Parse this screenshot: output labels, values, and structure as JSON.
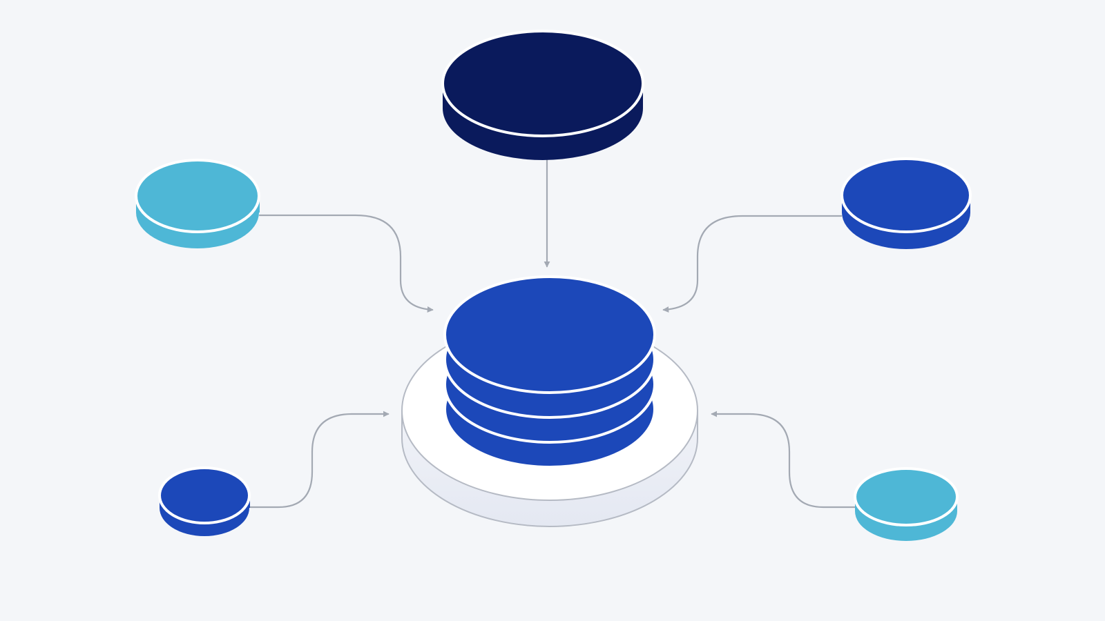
{
  "diagram": {
    "background": "#f4f6f9",
    "connector_color": "#a3a9b3",
    "nodes": [
      {
        "id": "source-top",
        "shape": "disk",
        "color": "#0a1a5c"
      },
      {
        "id": "source-upper-left",
        "shape": "disk",
        "color": "#4eb7d6"
      },
      {
        "id": "source-upper-right",
        "shape": "disk",
        "color": "#1c48b9"
      },
      {
        "id": "source-lower-left",
        "shape": "disk",
        "color": "#1c48b9"
      },
      {
        "id": "source-lower-right",
        "shape": "disk",
        "color": "#4eb7d6"
      },
      {
        "id": "central-database",
        "shape": "stacked-disks-on-platform",
        "layers": 4,
        "color": "#1c48b9",
        "platform_color": "#ffffff"
      }
    ],
    "edges": [
      {
        "from": "source-top",
        "to": "central-database",
        "arrow": "end"
      },
      {
        "from": "source-upper-left",
        "to": "central-database",
        "arrow": "end"
      },
      {
        "from": "source-upper-right",
        "to": "central-database",
        "arrow": "end"
      },
      {
        "from": "source-lower-left",
        "to": "central-database",
        "arrow": "end"
      },
      {
        "from": "source-lower-right",
        "to": "central-database",
        "arrow": "end"
      }
    ]
  }
}
